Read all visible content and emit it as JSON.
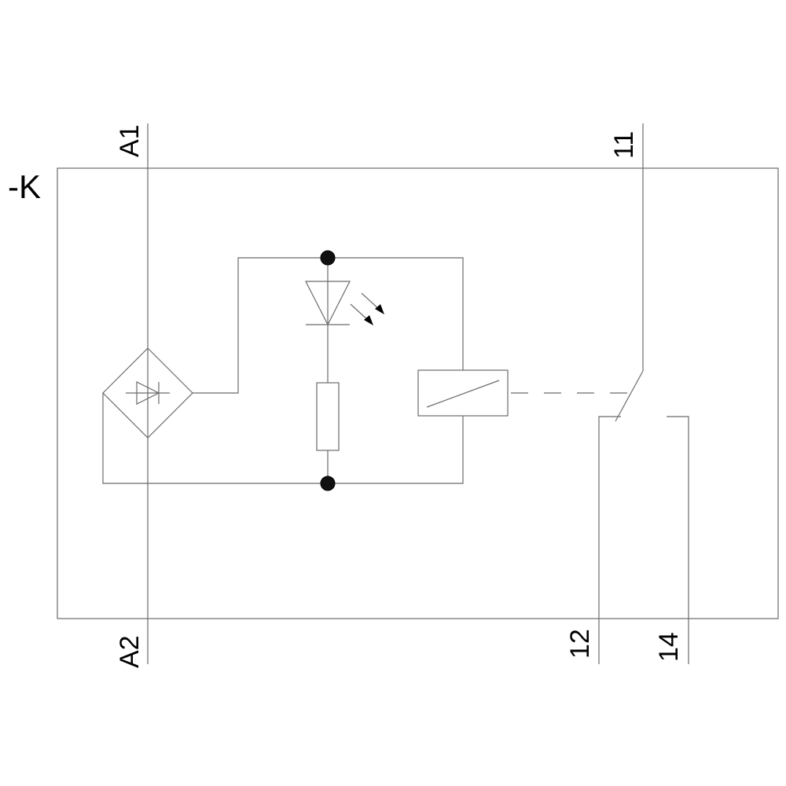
{
  "device": {
    "designator": "-K"
  },
  "terminals": {
    "a1": "A1",
    "a2": "A2",
    "t11": "11",
    "t12": "12",
    "t14": "14"
  },
  "colors": {
    "line": "#6b6b6b",
    "node": "#111111",
    "text": "#000000",
    "background": "#ffffff"
  }
}
